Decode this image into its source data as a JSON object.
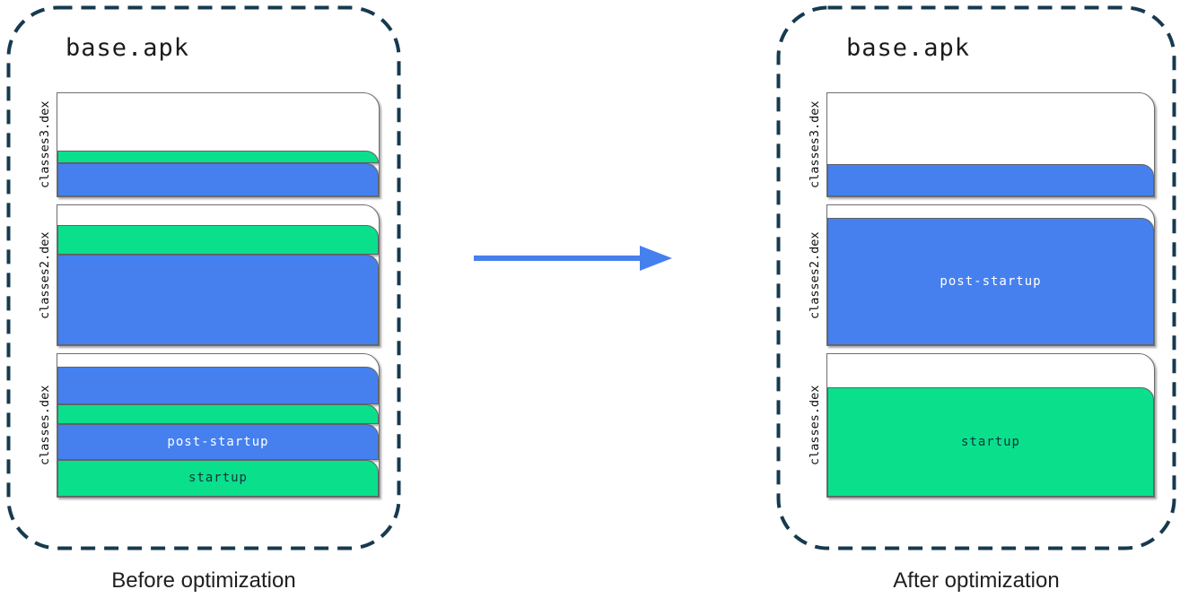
{
  "colors": {
    "blue": "#4680EF",
    "green": "#0AE08C",
    "outline_navy": "#163A4F",
    "block_border": "#6E6E6E",
    "arrow_blue": "#4580EE",
    "text_on_blue": "#FFFFFF",
    "text_on_green": "#16333D",
    "text_dark": "#1F1F1F"
  },
  "arrow": {
    "name": "right-arrow",
    "direction": "right"
  },
  "containers": [
    {
      "id": "before",
      "title": "base.apk",
      "caption": "Before optimization",
      "files": [
        {
          "label": "classes3.dex",
          "height": 117,
          "segments": [
            {
              "type": "free",
              "pct": 56
            },
            {
              "type": "startup",
              "pct": 12
            },
            {
              "type": "post-startup",
              "pct": 32
            }
          ]
        },
        {
          "label": "classes2.dex",
          "height": 158,
          "segments": [
            {
              "type": "free",
              "pct": 14
            },
            {
              "type": "startup",
              "pct": 21
            },
            {
              "type": "post-startup",
              "pct": 65
            }
          ]
        },
        {
          "label": "classes.dex",
          "height": 161,
          "segments": [
            {
              "type": "free",
              "pct": 9
            },
            {
              "type": "post-startup",
              "pct": 26
            },
            {
              "type": "startup",
              "pct": 14
            },
            {
              "type": "post-startup",
              "pct": 25,
              "text": "post-startup"
            },
            {
              "type": "startup",
              "pct": 26,
              "text": "startup"
            }
          ]
        }
      ]
    },
    {
      "id": "after",
      "title": "base.apk",
      "caption": "After optimization",
      "files": [
        {
          "label": "classes3.dex",
          "height": 117,
          "segments": [
            {
              "type": "free",
              "pct": 69
            },
            {
              "type": "post-startup",
              "pct": 31
            }
          ]
        },
        {
          "label": "classes2.dex",
          "height": 158,
          "segments": [
            {
              "type": "free",
              "pct": 9
            },
            {
              "type": "post-startup",
              "pct": 91,
              "text": "post-startup"
            }
          ]
        },
        {
          "label": "classes.dex",
          "height": 161,
          "segments": [
            {
              "type": "free",
              "pct": 23
            },
            {
              "type": "startup",
              "pct": 77,
              "text": "startup"
            }
          ]
        }
      ]
    }
  ]
}
